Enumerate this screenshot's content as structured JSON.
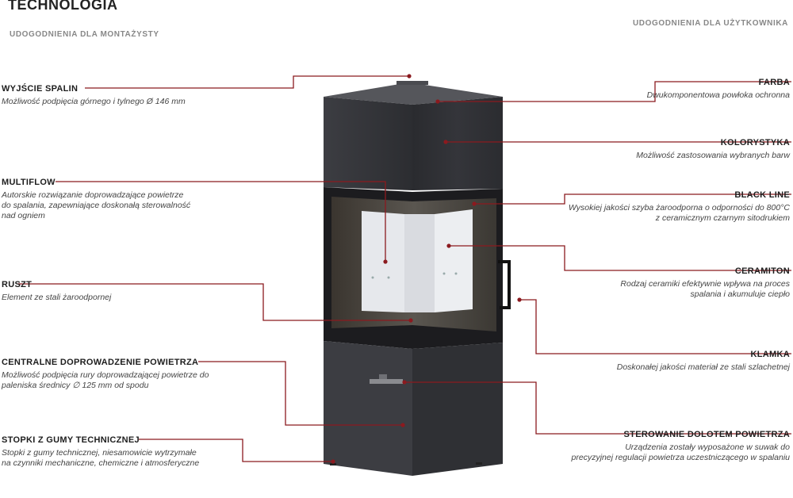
{
  "header": {
    "title": "TECHNOLOGIA",
    "left_subtitle": "UDOGODNIENIA DLA MONTAŻYSTY",
    "right_subtitle": "UDOGODNIENIA DLA UŻYTKOWNIKA"
  },
  "features_left": [
    {
      "key": "wyjscie-spalin",
      "title": "WYJŚCIE SPALIN",
      "desc": "Możliwość podpięcia górnego i tylnego Ø 146 mm"
    },
    {
      "key": "multiflow",
      "title": "MULTIFLOW",
      "desc": "Autorskie rozwiązanie doprowadzające powietrze\ndo spalania, zapewniające doskonałą sterowalność\nnad ogniem"
    },
    {
      "key": "ruszt",
      "title": "RUSZT",
      "desc": "Element ze stali żaroodpornej"
    },
    {
      "key": "centralne",
      "title": "CENTRALNE DOPROWADZENIE POWIETRZA",
      "desc": "Możliwość podpięcia rury doprowadzającej powietrze do\npaleniska średnicy ∅ 125 mm od spodu"
    },
    {
      "key": "stopki",
      "title": "STOPKI Z GUMY TECHNICZNEJ",
      "desc": "Stopki z gumy technicznej, niesamowicie wytrzymałe\nna czynniki mechaniczne, chemiczne i atmosferyczne"
    }
  ],
  "features_right": [
    {
      "key": "farba",
      "title": "FARBA",
      "desc": "Dwukomponentowa powłoka ochronna"
    },
    {
      "key": "kolorystyka",
      "title": "KOLORYSTYKA",
      "desc": "Możliwość zastosowania wybranych barw"
    },
    {
      "key": "black-line",
      "title": "BLACK LINE",
      "desc": "Wysokiej jakości szyba żaroodporna o odporności do 800°C\nz ceramicznym czarnym sitodrukiem"
    },
    {
      "key": "ceramiton",
      "title": "CERAMITON",
      "desc": "Rodzaj ceramiki efektywnie wpływa na proces\nspalania i akumuluje ciepło"
    },
    {
      "key": "klamka",
      "title": "KLAMKA",
      "desc": "Doskonałej jakości materiał ze stali szlachetnej"
    },
    {
      "key": "sterowanie",
      "title": "STEROWANIE DOLOTEM POWIETRZA",
      "desc": "Urządzenia zostały wyposażone w suwak do\nprecyzyjnej regulacji powietrza uczestniczącego w spalaniu"
    }
  ],
  "colors": {
    "leader": "#8b1a1f",
    "stove_dark": "#2e2f33",
    "stove_mid": "#3a3b3f",
    "ceramic": "#e9ebee"
  }
}
